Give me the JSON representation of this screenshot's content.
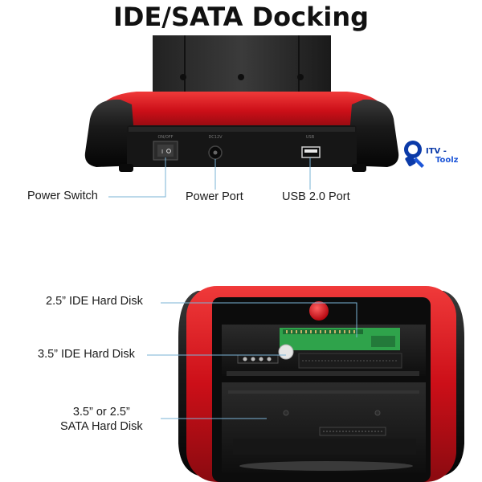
{
  "title": "IDE/SATA Docking",
  "top_callouts": {
    "power_switch": "Power Switch",
    "power_port": "Power Port",
    "usb_port": "USB 2.0 Port"
  },
  "bottom_callouts": {
    "ide_25": "2.5” IDE Hard Disk",
    "ide_35": "3.5” IDE Hard Disk",
    "sata_line1": "3.5” or 2.5”",
    "sata_line2": "SATA Hard Disk"
  },
  "logo": {
    "line1": "ITV -",
    "line2": "Toolz"
  },
  "device_labels": {
    "switch": "ON/OFF",
    "power": "DC12V",
    "usb": "USB"
  },
  "colors": {
    "device_red": "#d0101a",
    "device_black": "#141414",
    "callout_line": "#7ab3d6",
    "pcb_green": "#2fa34b",
    "logo_blue": "#0b3aa8"
  }
}
